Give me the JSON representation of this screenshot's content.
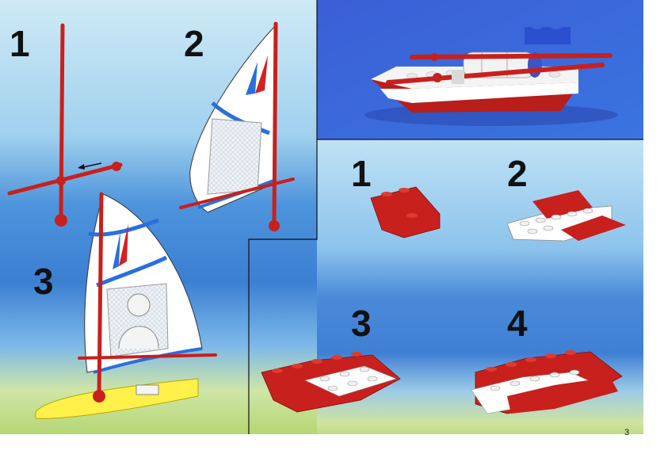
{
  "page": {
    "number": "3",
    "colors": {
      "sky_light": "#bfe3f4",
      "sky_blue": "#3f8ad6",
      "grass": "#9cc44a",
      "photo_bg": "#3a66d8",
      "brick_red": "#c8201c",
      "brick_white": "#ffffff",
      "board_yellow": "#fff04a"
    }
  },
  "windsurfer_panel": {
    "steps": [
      {
        "number": "1"
      },
      {
        "number": "2"
      },
      {
        "number": "3"
      }
    ]
  },
  "boat_panel": {
    "photo_icon": "finished-boat-photo",
    "steps": [
      {
        "number": "1"
      },
      {
        "number": "2"
      },
      {
        "number": "3"
      },
      {
        "number": "4"
      }
    ]
  }
}
